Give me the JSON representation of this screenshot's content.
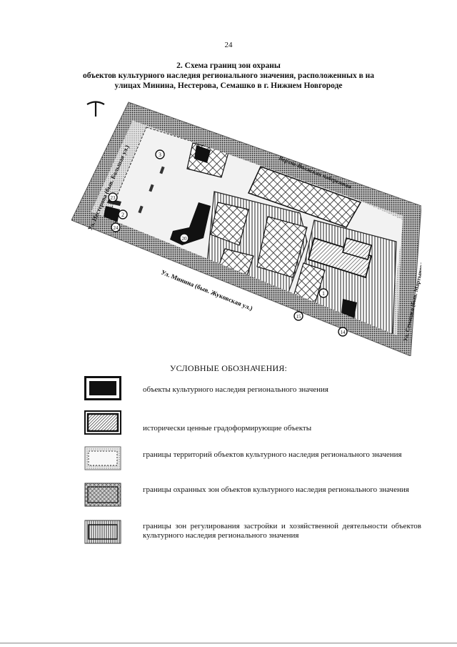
{
  "page_number": "24",
  "title": {
    "line1": "2. Схема границ зон охраны",
    "line2": "объектов культурного наследия регионального значения, расположенных в на",
    "line3": "улицах Минина, Нестерова, Семашко в г. Нижнем Новгороде"
  },
  "map": {
    "street_labels": [
      "Ул. Нестерова (быв. Большая ул.)",
      "Верхне-Волжская набережная",
      "Ул. Минина (быв. Жуковская ул.)",
      "Ул. Семашко (быв. Мартыновская ул.)"
    ],
    "object_numbers": [
      "3",
      "2",
      "24",
      "23",
      "20",
      "1",
      "15",
      "14"
    ]
  },
  "legend": {
    "title": "УСЛОВНЫЕ ОБОЗНАЧЕНИЯ:",
    "items": [
      {
        "id": "heritage-objects",
        "text": "объекты культурного наследия регионального значения"
      },
      {
        "id": "valuable-objects",
        "text": "исторически ценные градоформирующие объекты"
      },
      {
        "id": "territory-boundaries",
        "text": "границы территорий объектов культурного наследия регионального значения"
      },
      {
        "id": "protection-zones",
        "text": "границы охранных зон объектов культурного наследия регионального значения"
      },
      {
        "id": "regulation-zones",
        "text": "границы зон регулирования застройки и хозяйственной деятельности объектов культурного наследия регионального значения"
      }
    ]
  }
}
